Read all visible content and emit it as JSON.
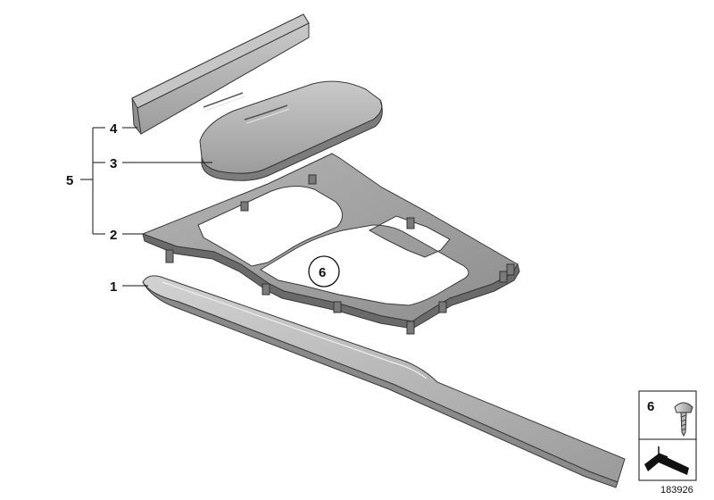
{
  "callouts": {
    "part_4": "4",
    "part_3": "3",
    "part_5": "5",
    "part_2": "2",
    "part_1": "1",
    "part_6_circled": "6"
  },
  "legend": {
    "screw_number": "6"
  },
  "diagram_id": "183926",
  "colors": {
    "part_fill": "#a7a7a7",
    "part_light": "#cfcfcf",
    "part_dark": "#6e6e6e",
    "outline": "#3a3a3a",
    "leader": "#111111"
  }
}
